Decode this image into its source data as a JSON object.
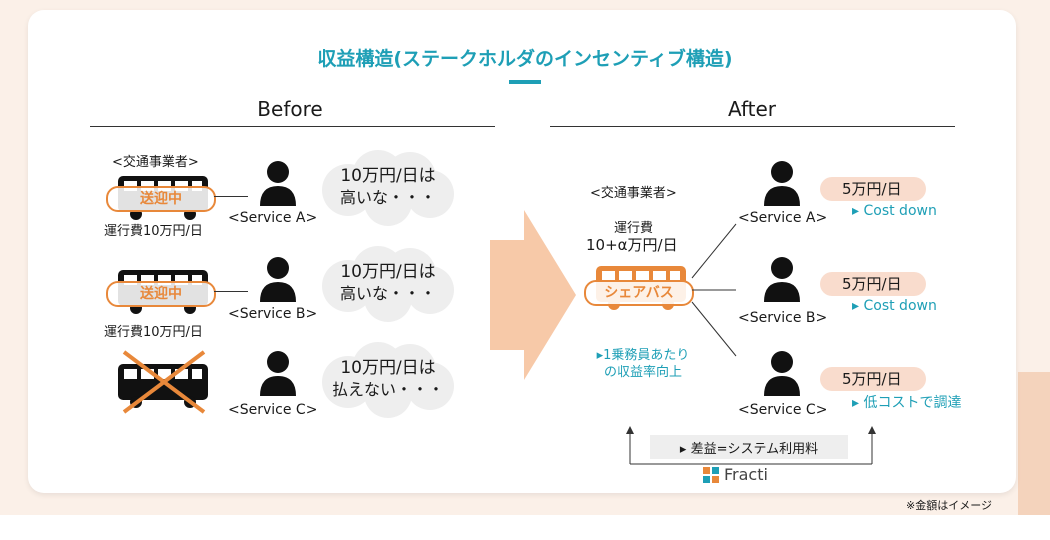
{
  "title": "収益構造(ステークホルダのインセンティブ構造)",
  "before": {
    "heading": "Before",
    "operator_label": "<交通事業者>",
    "bus_tag": "送迎中",
    "cost_label": "運行費10万円/日",
    "services": [
      {
        "label": "<Service A>",
        "bubble_line1": "10万円/日は",
        "bubble_line2": "高いな・・・"
      },
      {
        "label": "<Service B>",
        "bubble_line1": "10万円/日は",
        "bubble_line2": "高いな・・・"
      },
      {
        "label": "<Service C>",
        "bubble_line1": "10万円/日は",
        "bubble_line2": "払えない・・・"
      }
    ]
  },
  "after": {
    "heading": "After",
    "operator_label": "<交通事業者>",
    "cost_title": "運行費",
    "cost_value": "10+α万円/日",
    "bus_tag": "シェアバス",
    "benefit_line1": "▸1乗務員あたり",
    "benefit_line2": "の収益率向上",
    "services": [
      {
        "label": "<Service A>",
        "price": "5万円/日",
        "note": "▸ Cost down"
      },
      {
        "label": "<Service B>",
        "price": "5万円/日",
        "note": "▸ Cost down"
      },
      {
        "label": "<Service C>",
        "price": "5万円/日",
        "note": "▸ 低コストで調達"
      }
    ],
    "margin_label": "▸ 差益=システム利用料",
    "brand": "Fracti"
  },
  "footnote": "※金額はイメージ",
  "colors": {
    "accent": "#1e9fb6",
    "orange": "#e8883a",
    "arrow": "#f7c9a8",
    "price_bg": "#f9dccd"
  }
}
